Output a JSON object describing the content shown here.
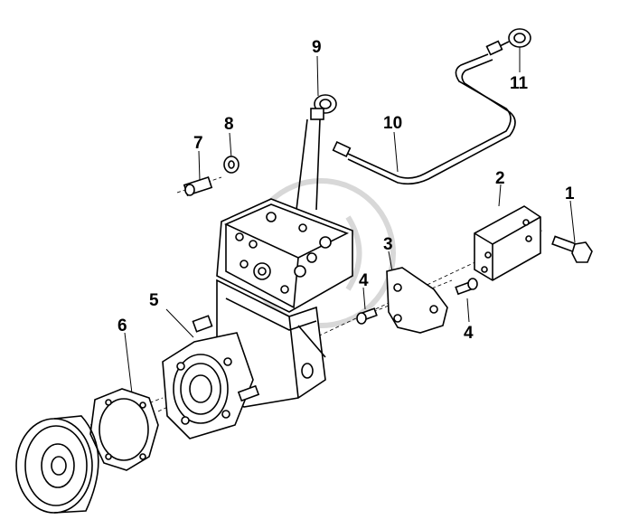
{
  "diagram": {
    "callouts": {
      "c1": "1",
      "c2": "2",
      "c3": "3",
      "c4a": "4",
      "c4b": "4",
      "c5": "5",
      "c6": "6",
      "c7": "7",
      "c8": "8",
      "c9": "9",
      "c10": "10",
      "c11": "11"
    }
  }
}
